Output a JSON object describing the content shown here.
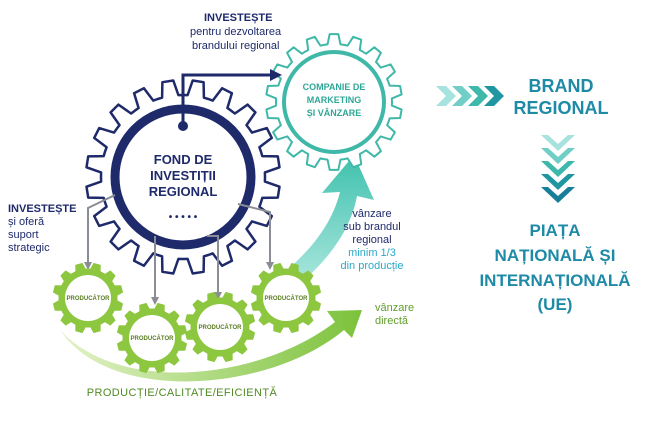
{
  "fund": {
    "line1": "FOND DE",
    "line2": "INVESTIȚII",
    "line3": "REGIONAL",
    "dots": "• • • • •"
  },
  "company": {
    "line1": "COMPANIE DE",
    "line2": "MARKETING",
    "line3": "ȘI VÂNZARE"
  },
  "invest_brand": {
    "line1": "INVESTEȘTE",
    "line2": "pentru dezvoltarea",
    "line3": "brandului regional"
  },
  "invest_support": {
    "line1": "INVESTEȘTE",
    "line2": "și oferă",
    "line3": "suport",
    "line4": "strategic"
  },
  "brand": {
    "line1": "BRAND",
    "line2": "REGIONAL"
  },
  "market": {
    "line1": "PIAȚA",
    "line2": "NAȚIONALĂ ȘI",
    "line3": "INTERNAȚIONALĂ",
    "line4": "(UE)"
  },
  "sale_brand": {
    "line1": "vânzare",
    "line2": "sub brandul",
    "line3": "regional",
    "line4": "minim 1/3",
    "line5": "din producție"
  },
  "direct_sale": {
    "line1": "vânzare",
    "line2": "directă"
  },
  "producer_label": "PRODUCĂTOR",
  "bottom_caption": "PRODUCȚIE/CALITATE/EFICIENȚĂ",
  "colors": {
    "navy": "#1f2a6b",
    "teal": "#3fb8a8",
    "green": "#8dc63f",
    "cyan": "#2aa9c9"
  }
}
